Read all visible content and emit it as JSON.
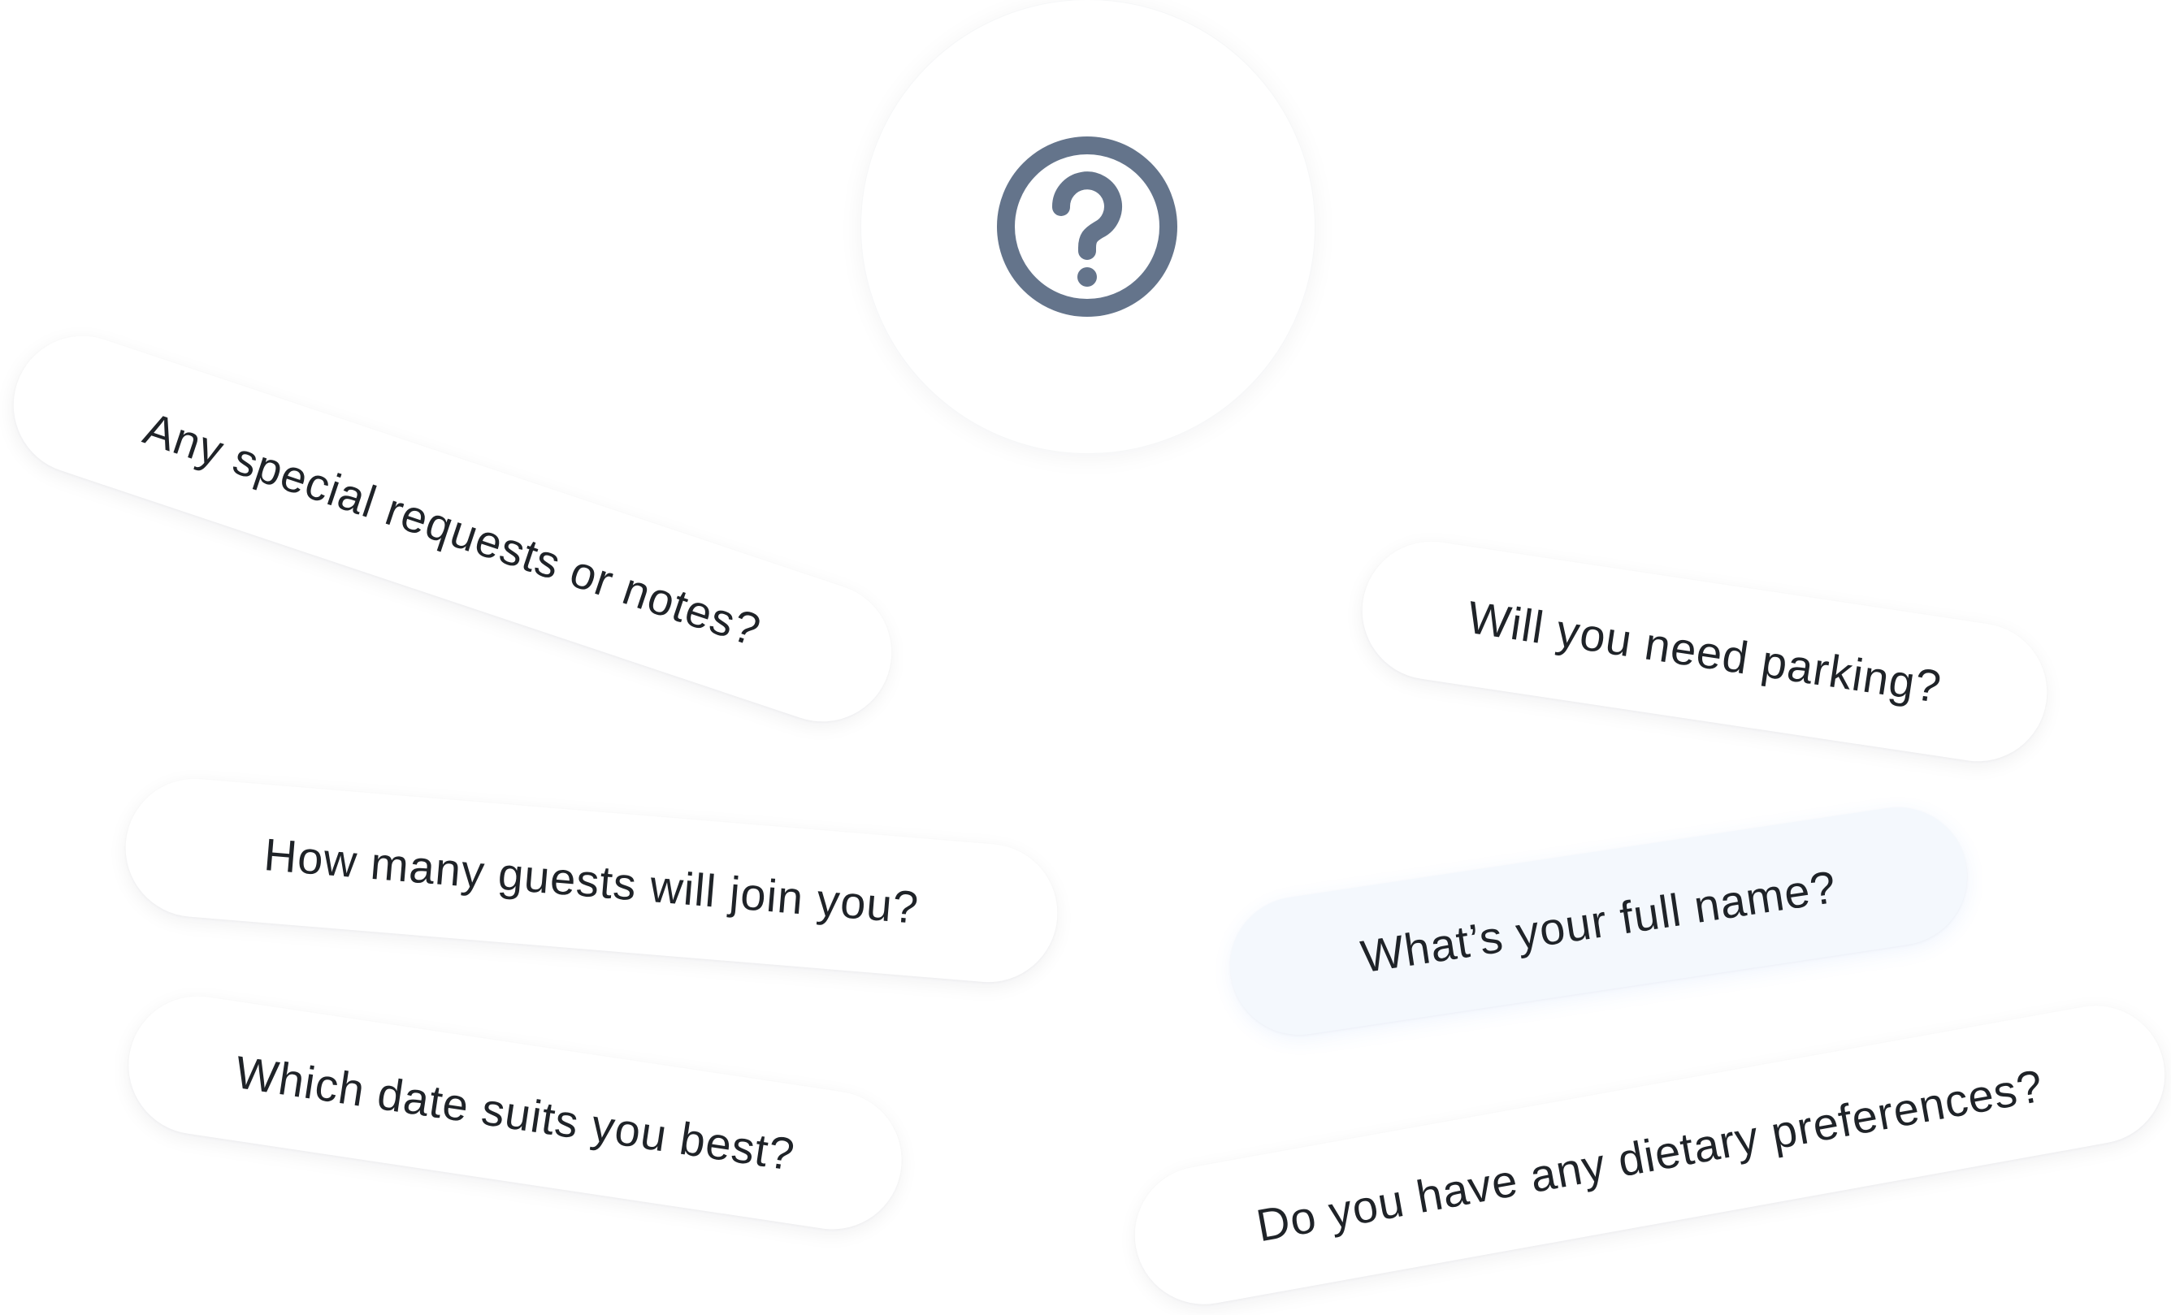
{
  "icon": {
    "name": "question-circle-icon",
    "color": "#64748b"
  },
  "questions": [
    {
      "label": "Any special requests or notes?"
    },
    {
      "label": "Will you need parking?"
    },
    {
      "label": "How many guests will join you?"
    },
    {
      "label": "What’s your full name?",
      "selected": true,
      "highlight_color": "#f4f8fd"
    },
    {
      "label": "Which date suits you best?"
    },
    {
      "label": "Do you have any dietary preferences?"
    }
  ]
}
